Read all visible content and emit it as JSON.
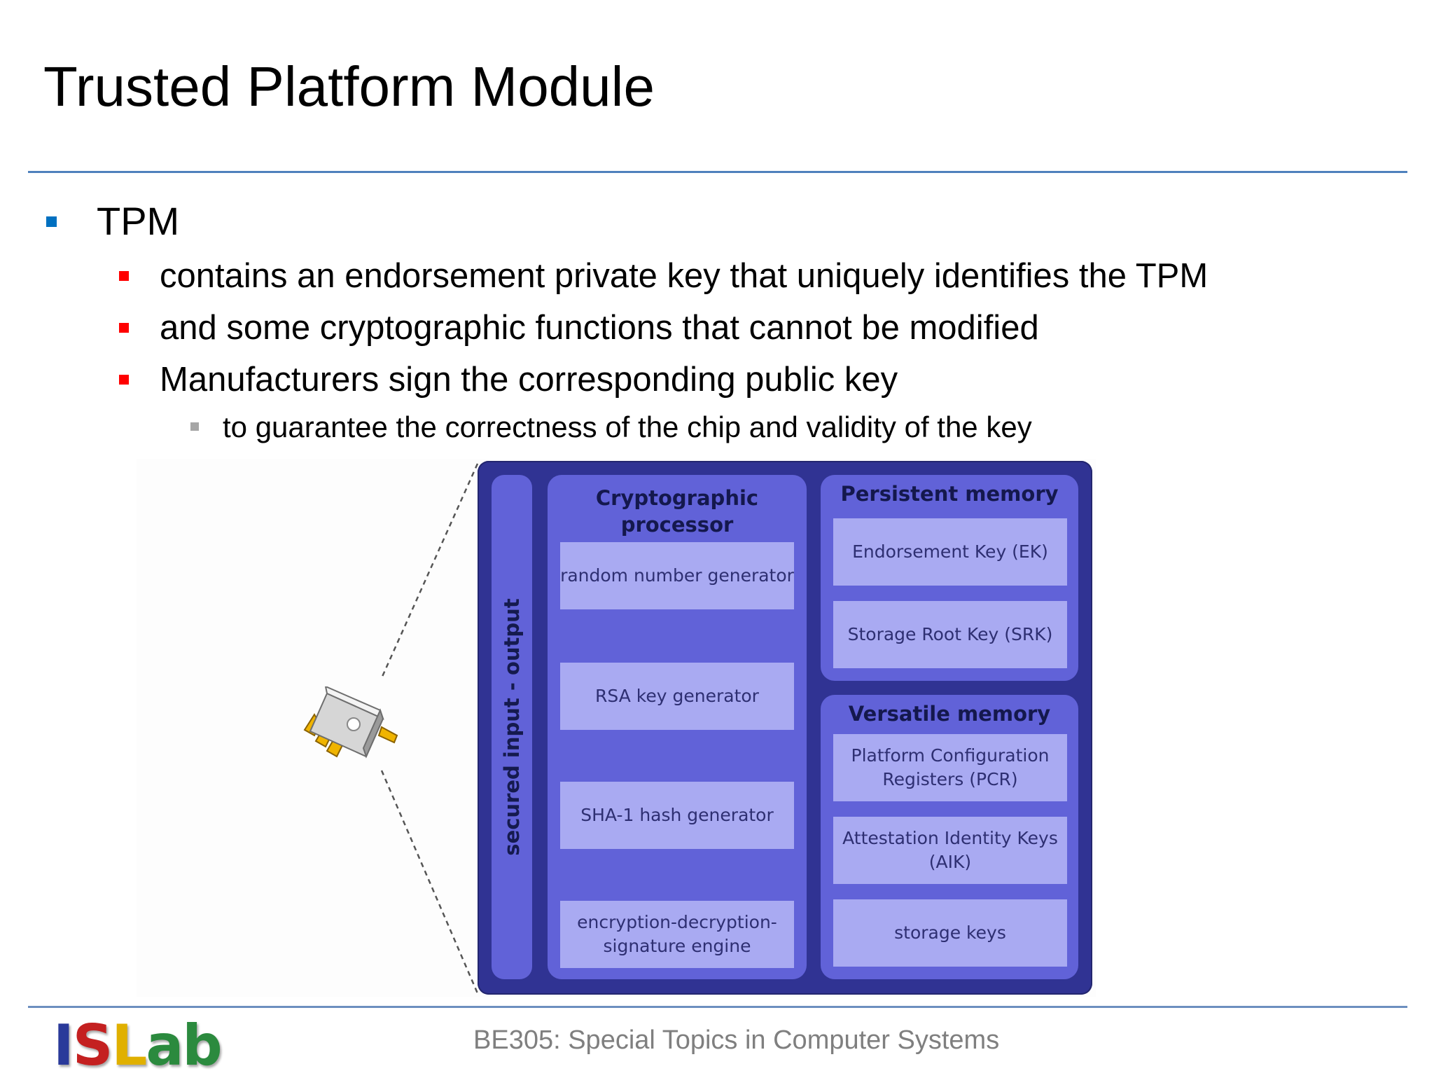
{
  "slide": {
    "title": "Trusted Platform Module",
    "bullets": {
      "level1": "TPM",
      "level2": [
        "contains an endorsement private key that uniquely identifies the TPM",
        "and some cryptographic functions that cannot be modified",
        "Manufacturers sign the corresponding public key"
      ],
      "level3": "to guarantee the correctness of the chip and validity of the key"
    },
    "footer": "BE305: Special Topics in Computer Systems",
    "logo": {
      "part1": "I",
      "part2": "S",
      "part3": "L",
      "part4": "ab"
    }
  },
  "diagram": {
    "icon": "microchip-icon",
    "io_label": "secured input - output",
    "crypto": {
      "title": "Cryptographic processor",
      "items": [
        "random number generator",
        "RSA key generator",
        "SHA-1 hash generator",
        "encryption-decryption-signature engine"
      ]
    },
    "persistent": {
      "title": "Persistent memory",
      "items": [
        "Endorsement Key (EK)",
        "Storage Root Key (SRK)"
      ]
    },
    "versatile": {
      "title": "Versatile memory",
      "items": [
        "Platform Configuration Registers (PCR)",
        "Attestation Identity Keys (AIK)",
        "storage keys"
      ]
    },
    "colors": {
      "outer": "#303393",
      "panel": "#6162d8",
      "cell": "#a9aaf2",
      "heading_text": "#14184d"
    }
  }
}
